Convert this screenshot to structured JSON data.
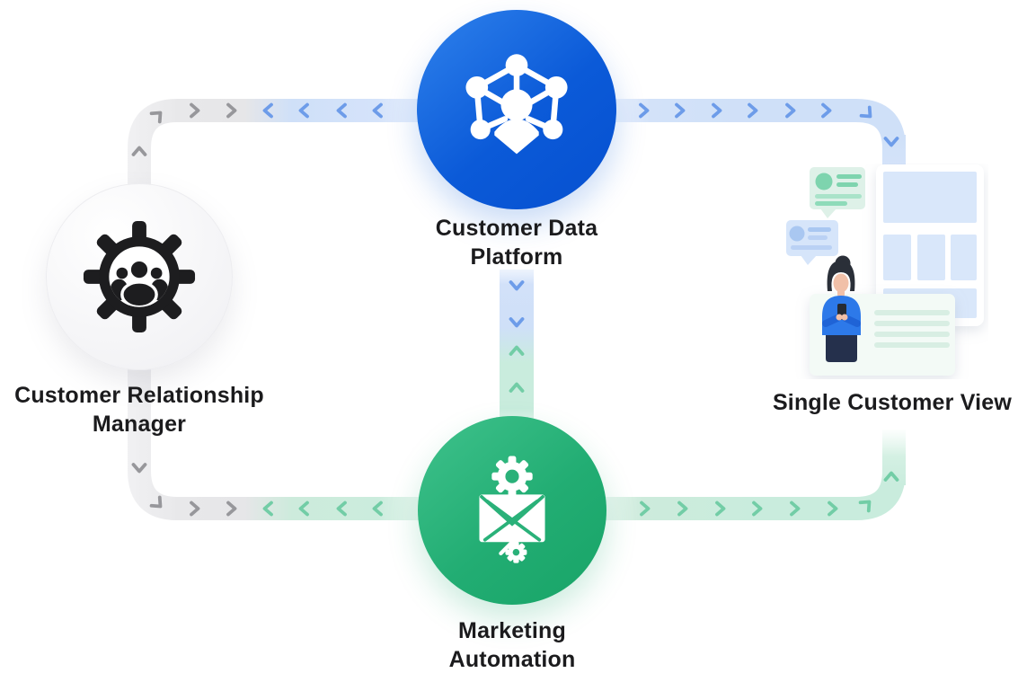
{
  "diagram": {
    "type": "integration-flow",
    "nodes": {
      "cdp": {
        "label_line1": "Customer Data",
        "label_line2": "Platform",
        "icon": "network-users-icon",
        "color": "#0b5ad8"
      },
      "crm": {
        "label_line1": "Customer Relationship",
        "label_line2": "Manager",
        "icon": "gear-people-icon",
        "color": "#1d1d1f"
      },
      "ma": {
        "label_line1": "Marketing",
        "label_line2": "Automation",
        "icon": "envelope-gears-icon",
        "color": "#1aa76c"
      },
      "scv": {
        "label": "Single Customer View",
        "icon": "single-customer-view-illustration"
      }
    },
    "connections": [
      {
        "from": "crm",
        "to": "cdp",
        "style": "gray-to-blue chevron pipe",
        "bidirectional": true
      },
      {
        "from": "cdp",
        "to": "scv",
        "style": "blue chevron pipe",
        "bidirectional": false
      },
      {
        "from": "cdp",
        "to": "ma",
        "style": "blue-to-green chevron pipe",
        "bidirectional": true
      },
      {
        "from": "crm",
        "to": "ma",
        "style": "gray-to-green chevron pipe",
        "bidirectional": true
      },
      {
        "from": "ma",
        "to": "scv",
        "style": "green chevron pipe",
        "bidirectional": false
      }
    ],
    "colors": {
      "pipe_gray": "#e7e7e9",
      "pipe_blue": "#cfe0f8",
      "pipe_green": "#c9ecdd",
      "chevron_gray": "#97979b",
      "chevron_blue": "#6d9ce9",
      "chevron_green": "#72cda6",
      "text": "#1b1b1d",
      "background": "#ffffff"
    }
  }
}
